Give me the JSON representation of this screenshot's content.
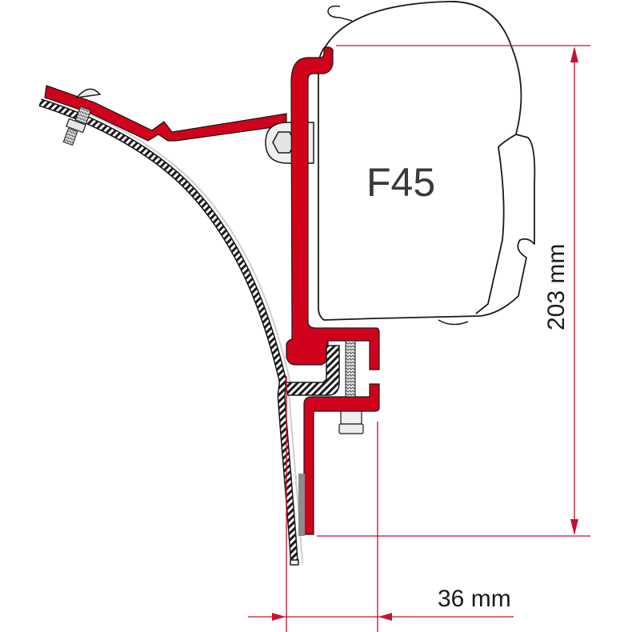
{
  "diagram": {
    "type": "technical-mounting-diagram",
    "awning": {
      "model_label": "F45"
    },
    "dimensions": {
      "height": {
        "label": "203 mm",
        "value": 203,
        "unit": "mm",
        "orientation": "vertical"
      },
      "offset": {
        "label": "36 mm",
        "value": 36,
        "unit": "mm",
        "orientation": "horizontal"
      }
    },
    "components": [
      "awning-housing",
      "mounting-bracket",
      "support-arm",
      "hex-bolt-clamp",
      "roof-bolt",
      "vehicle-body-panel",
      "clamp-screw",
      "clamp-nut",
      "rubber-spacer"
    ],
    "colors": {
      "bracket_red": "#d0021b",
      "dimension_line": "#c8102e",
      "outline": "#1a1a1a",
      "panel_grey": "#f0f0f0",
      "spacer_grey": "#8c8c8c"
    }
  }
}
